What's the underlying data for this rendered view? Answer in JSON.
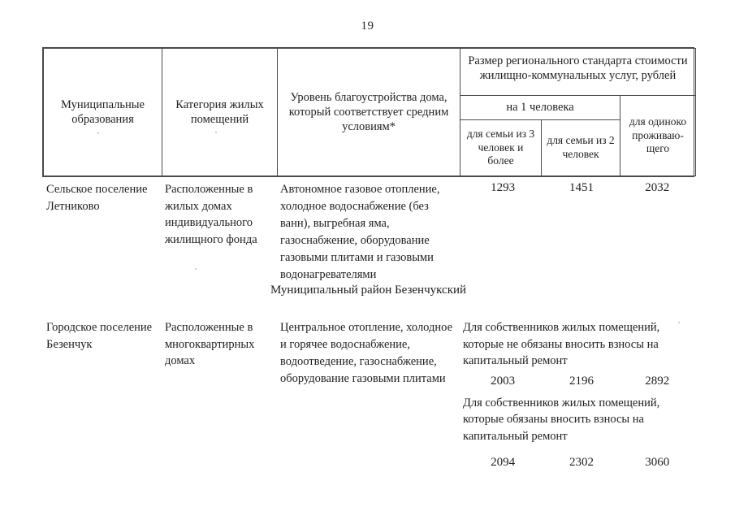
{
  "page": {
    "number": "19"
  },
  "table": {
    "headers": {
      "municipalities": "Муниципальные образования",
      "category": "Категория жилых помещений",
      "amenity_level": "Уровень благоустройства дома, который соответствует средним условиям*",
      "standard_size": "Размер регионального стандарта стоимости жилищно-коммунальных услуг, рублей",
      "per_person": "на 1 человека",
      "family_3plus": "для семьи из 3 человек и более",
      "family_2": "для семьи из 2 человек",
      "single_resident": "для одиноко проживаю-щего"
    },
    "rows": [
      {
        "municipality": "Сельское поселение Летниково",
        "category": "Расположенные в жилых домах индивидуального жилищного фонда",
        "amenity": "Автономное газовое отопление, холодное водоснабжение (без ванн), выгребная яма, газоснабжение, оборудование газовыми плитами и газовыми водонагревателями",
        "values": {
          "family_3plus": "1293",
          "family_2": "1451",
          "single": "2032"
        }
      },
      {
        "municipality": "Городское поселение Безенчук",
        "category": "Расположенные в многоквартирных домах",
        "amenity": "Центральное отопление, холодное и горячее водоснабжение, водоотведение, газоснабжение, оборудование газовыми плитами",
        "groups": [
          {
            "note": "Для собственников жилых помещений, которые не обязаны вносить взносы на капитальный ремонт",
            "values": {
              "family_3plus": "2003",
              "family_2": "2196",
              "single": "2892"
            }
          },
          {
            "note": "Для собственников  жилых помещений, которые обязаны вносить взносы на капитальный ремонт",
            "values": {
              "family_3plus": "2094",
              "family_2": "2302",
              "single": "3060"
            }
          }
        ]
      }
    ]
  },
  "section_heading": "Муниципальный район Безенчукский"
}
